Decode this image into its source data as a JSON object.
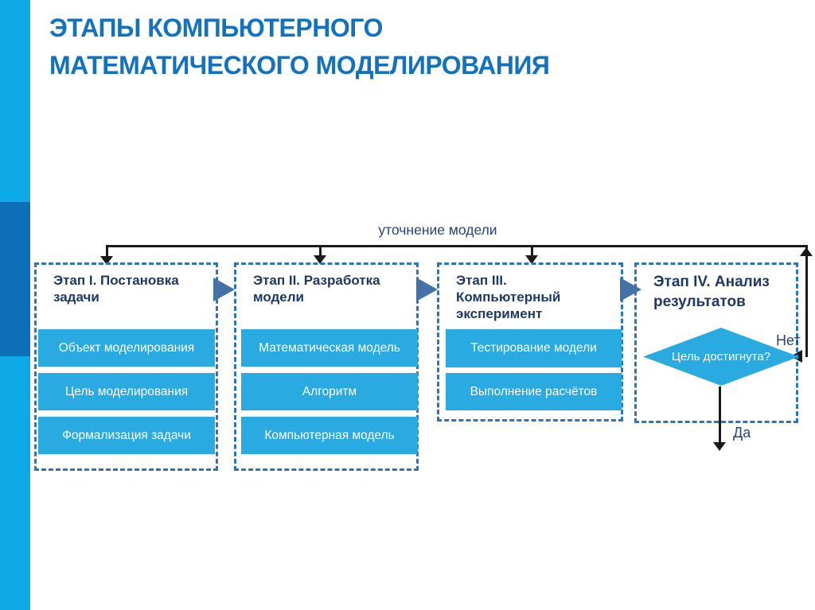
{
  "slide": {
    "title_line1": "ЭТАПЫ КОМПЬЮТЕРНОГО",
    "title_line2": "МАТЕМАТИЧЕСКОГО МОДЕЛИРОВАНИЯ"
  },
  "feedback": {
    "label": "уточнение модели",
    "no_label": "Нет",
    "yes_label": "Да"
  },
  "stages": [
    {
      "header": "Этап I. Постановка задачи",
      "items": [
        "Объект моделирования",
        "Цель моделирования",
        "Формализация задачи"
      ]
    },
    {
      "header": "Этап II. Разработка модели",
      "items": [
        "Математическая модель",
        "Алгоритм",
        "Компьютерная модель"
      ]
    },
    {
      "header": "Этап III. Компьютерный эксперимент",
      "items": [
        "Тестирование модели",
        "Выполнение расчётов"
      ]
    },
    {
      "header": "Этап IV. Анализ результатов",
      "items": []
    }
  ],
  "decision": {
    "question": "Цель достигнута?"
  },
  "colors": {
    "accent_cyan": "#29abe2",
    "sidebar_light": "#0da9e6",
    "sidebar_dark": "#0d6fb8",
    "title_blue": "#1272bf",
    "header_navy": "#1f3864",
    "dashed_border_blue": "#2e75b6",
    "stage_arrow_steel_blue": "#4472a8",
    "connector_black": "#1a1a1a"
  }
}
